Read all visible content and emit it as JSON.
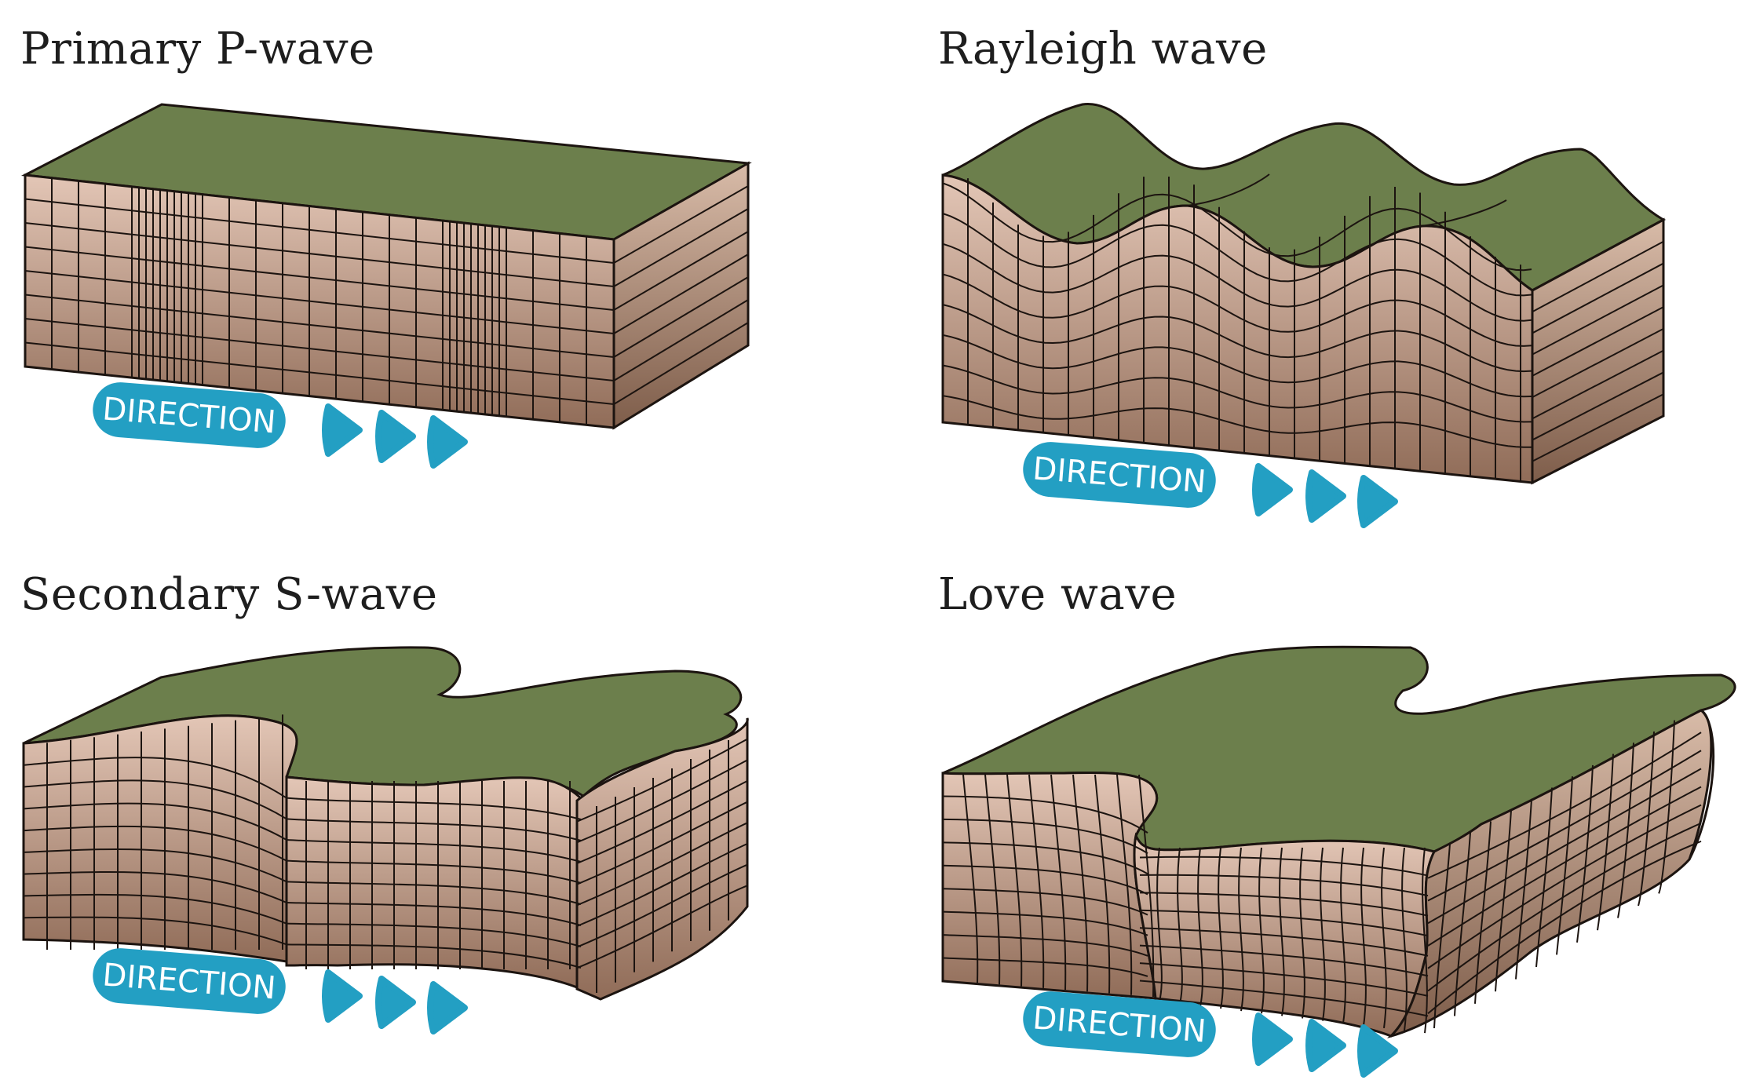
{
  "figure": {
    "panels": [
      {
        "title": "Primary P-wave",
        "label": "DIRECTION"
      },
      {
        "title": "Rayleigh wave",
        "label": "DIRECTION"
      },
      {
        "title": "Secondary S-wave",
        "label": "DIRECTION"
      },
      {
        "title": "Love wave",
        "label": "DIRECTION"
      }
    ]
  },
  "colors": {
    "surface": "#6c7f4c",
    "face_top": "#e3c6b6",
    "face_bottom": "#906c58",
    "side_top": "#d8bba8",
    "side_bottom": "#7e5d4a",
    "outline": "#1c1410",
    "arrow": "#239fc3"
  }
}
